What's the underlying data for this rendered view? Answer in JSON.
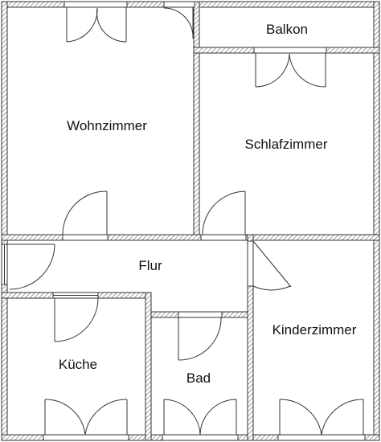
{
  "rooms": {
    "balkon": "Balkon",
    "wohnzimmer": "Wohnzimmer",
    "schlafzimmer": "Schlafzimmer",
    "flur": "Flur",
    "kinderzimmer": "Kinderzimmer",
    "kueche": "Küche",
    "bad": "Bad"
  },
  "colors": {
    "wall_stroke": "#333333",
    "hatch": "#777777",
    "background": "#ffffff"
  },
  "icons": [
    "door-swing-icon",
    "double-door-icon",
    "window-icon"
  ]
}
